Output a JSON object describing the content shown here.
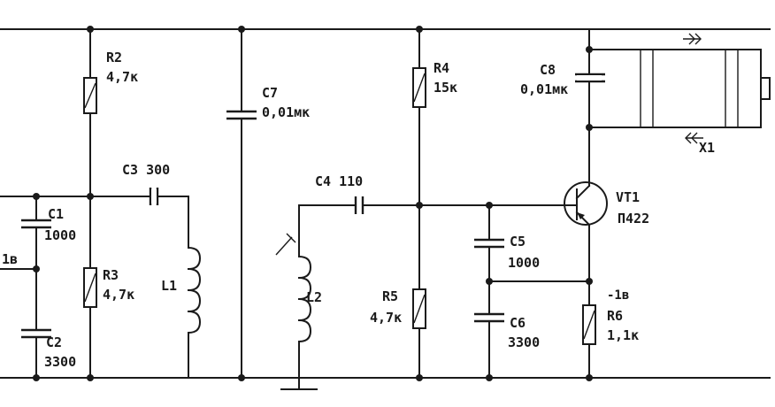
{
  "labels": {
    "R2": "R2",
    "R2_val": "4,7к",
    "C7": "C7",
    "C7_val": "0,01мк",
    "R4": "R4",
    "R4_val": "15к",
    "C8": "C8",
    "C8_val": "0,01мк",
    "C3": "C3 300",
    "C4": "C4 110",
    "C1": "C1",
    "C1_val": "1000",
    "C2": "C2",
    "C2_val": "3300",
    "R3": "R3",
    "R3_val": "4,7к",
    "L1": "L1",
    "L2": "L2",
    "R5": "R5",
    "R5_val": "4,7к",
    "C5": "C5",
    "C5_val": "1000",
    "C6": "C6",
    "C6_val": "3300",
    "VT1": "VT1",
    "VT1_type": "П422",
    "X1": "X1",
    "R6": "R6",
    "R6_val": "1,1к",
    "left_volt": "1в",
    "right_volt": "-1в"
  }
}
